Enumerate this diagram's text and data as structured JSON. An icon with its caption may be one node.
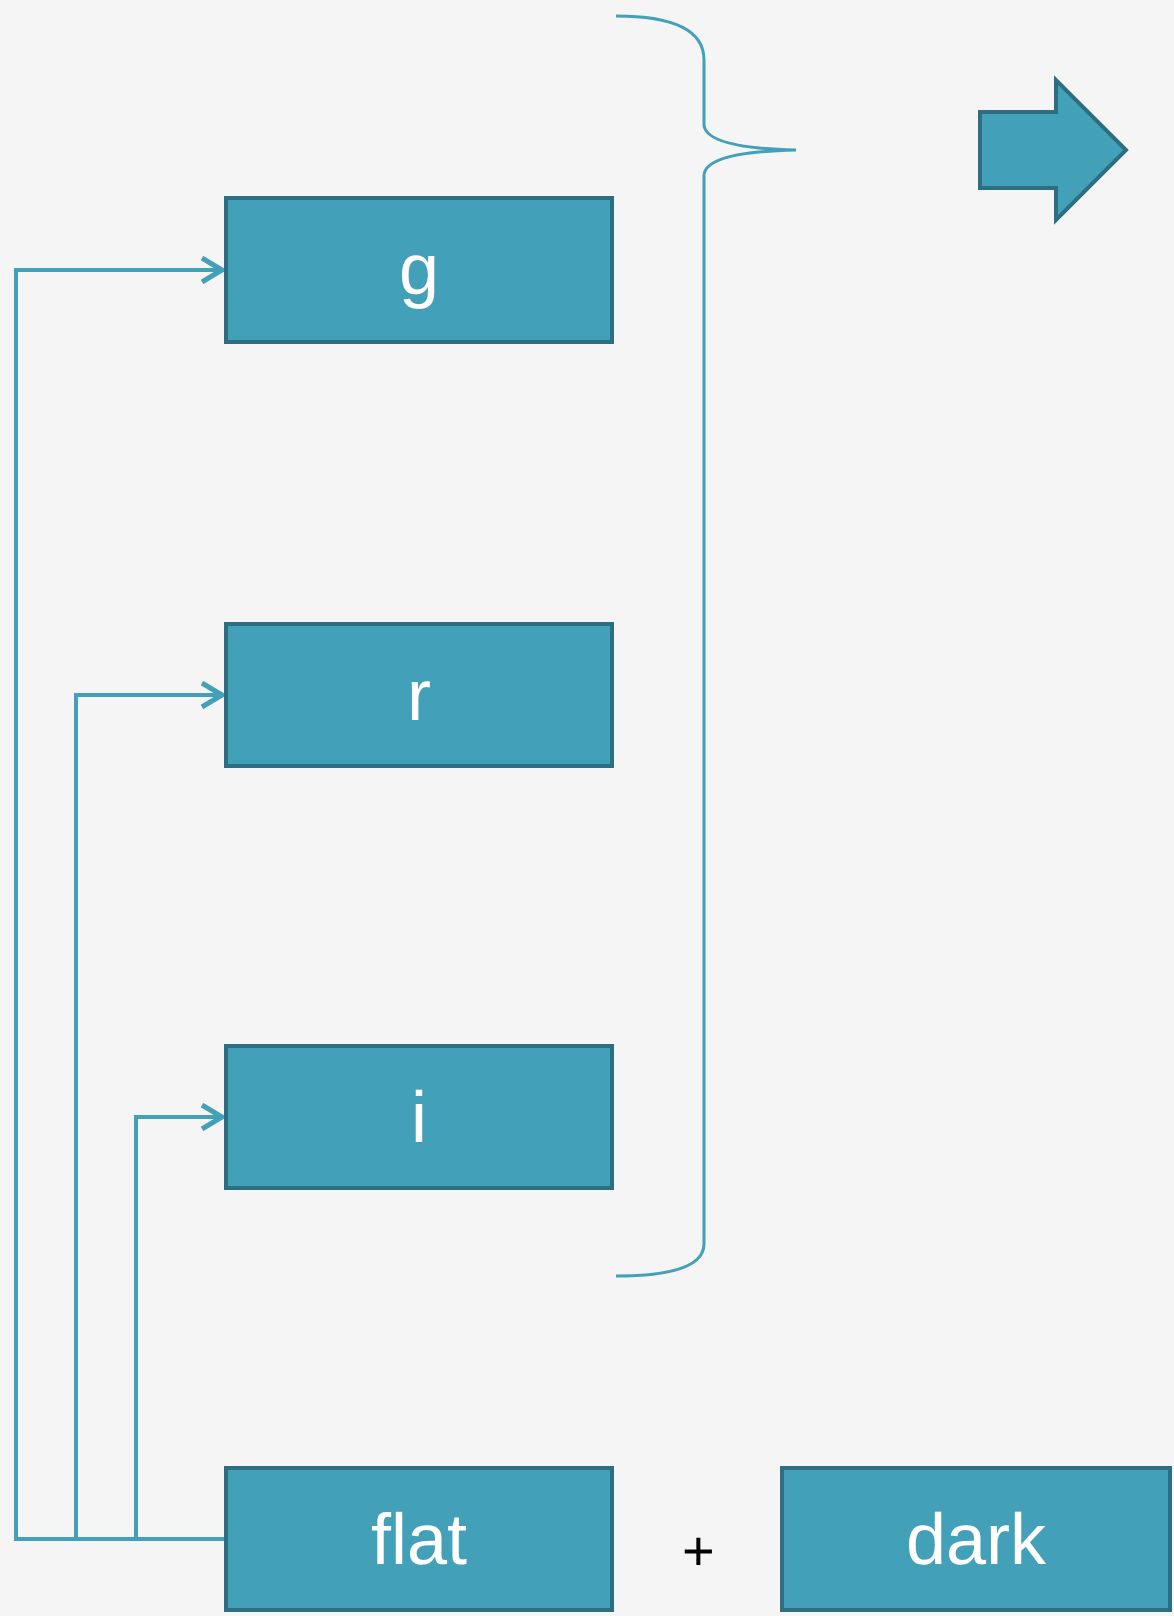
{
  "diagram": {
    "nodes": [
      {
        "text": [
          "g"
        ]
      },
      {
        "text": [
          "r"
        ]
      },
      {
        "text": [
          "i"
        ]
      },
      {
        "text": [
          "flat"
        ]
      },
      {
        "text": [
          "dark"
        ]
      }
    ],
    "edges": [
      {
        "from": 3,
        "to": 0,
        "arrow": "to"
      },
      {
        "from": 3,
        "to": 1,
        "arrow": "to"
      },
      {
        "from": 3,
        "to": 2,
        "arrow": "to"
      }
    ],
    "labels": [
      "+"
    ]
  }
}
